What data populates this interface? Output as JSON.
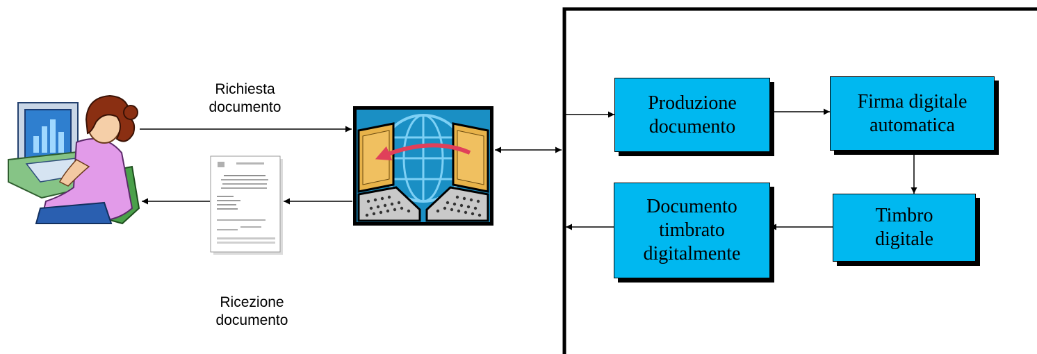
{
  "left": {
    "request_label": [
      "Richiesta",
      "documento"
    ],
    "receive_label": [
      "Ricezione",
      "documento"
    ]
  },
  "process": {
    "boxes": [
      {
        "id": "produzione",
        "lines": [
          "Produzione",
          "documento"
        ]
      },
      {
        "id": "firma",
        "lines": [
          "Firma digitale",
          "automatica"
        ]
      },
      {
        "id": "timbro",
        "lines": [
          "Timbro",
          "digitale"
        ]
      },
      {
        "id": "timbrato",
        "lines": [
          "Documento",
          "timbrato",
          "digitalmente"
        ]
      }
    ]
  },
  "icons": {
    "user": "user-at-computer-icon",
    "document": "document-page-icon",
    "network": "network-exchange-icon"
  },
  "colors": {
    "box_fill": "#00b8f0",
    "network_bg": "#1a8fc4",
    "network_frame": "#000000",
    "arrow_red": "#e0405a"
  }
}
